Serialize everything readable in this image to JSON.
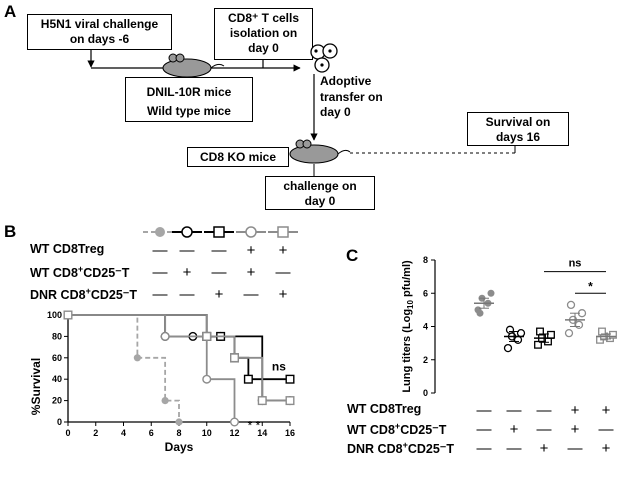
{
  "panel_a": {
    "label": "A",
    "box1": {
      "line1": "H5N1 viral challenge",
      "line2": "on days -6"
    },
    "box2": {
      "line1": "CD8⁺ T cells",
      "line2": "isolation on",
      "line3": "day 0"
    },
    "mice": {
      "line1": "DNIL-10R mice",
      "line2": "Wild type mice"
    },
    "transfer": {
      "line1": "Adoptive",
      "line2": "transfer on",
      "line3": "day 0"
    },
    "ko": "CD8 KO mice",
    "survival_box": {
      "line1": "Survival on",
      "line2": "days 16"
    },
    "challenge_box": {
      "line1": "challenge on",
      "line2": "day 0"
    }
  },
  "panel_b": {
    "label": "B",
    "rows": [
      {
        "prefix": "WT CD8Treg",
        "sup": "",
        "suffix": "",
        "signs": [
          "—",
          "—",
          "—",
          "+",
          "+"
        ]
      },
      {
        "prefix": "WT CD8",
        "sup": "+",
        "suffix": "CD25⁻T",
        "signs": [
          "—",
          "+",
          "—",
          "+",
          "—"
        ]
      },
      {
        "prefix": "DNR CD8",
        "sup": "+",
        "suffix": "CD25⁻T",
        "signs": [
          "—",
          "—",
          "+",
          "—",
          "+"
        ]
      }
    ],
    "significance": {
      "ns": "ns",
      "stars": "* *"
    }
  },
  "panel_c": {
    "label": "C",
    "rows": [
      {
        "prefix": "WT CD8Treg",
        "sup": "",
        "suffix": "",
        "signs": [
          "—",
          "—",
          "—",
          "+",
          "+"
        ]
      },
      {
        "prefix": "WT CD8",
        "sup": "+",
        "suffix": "CD25⁻T",
        "signs": [
          "—",
          "+",
          "—",
          "+",
          "—"
        ]
      },
      {
        "prefix": "DNR CD8",
        "sup": "+",
        "suffix": "CD25⁻T",
        "signs": [
          "—",
          "—",
          "+",
          "—",
          "+"
        ]
      }
    ],
    "significance": {
      "ns": "ns",
      "star": "*"
    }
  },
  "chart_data": [
    {
      "type": "line",
      "subtype": "kaplan-meier",
      "title": "",
      "xlabel": "Days",
      "ylabel": "%Survival",
      "xlim": [
        0,
        16
      ],
      "ylim": [
        0,
        100
      ],
      "xticks": [
        0,
        2,
        4,
        6,
        8,
        10,
        12,
        14,
        16
      ],
      "yticks": [
        0,
        20,
        40,
        60,
        80,
        100
      ],
      "series": [
        {
          "group": 1,
          "marker": "filled-circle",
          "color": "#a6a6a6",
          "dash": true,
          "steps": [
            [
              0,
              100
            ],
            [
              5,
              60
            ],
            [
              7,
              20
            ],
            [
              8,
              0
            ]
          ]
        },
        {
          "group": 2,
          "marker": "circle-bar",
          "color": "#000000",
          "dash": false,
          "steps": [
            [
              0,
              100
            ],
            [
              7,
              80
            ],
            [
              9,
              80
            ],
            [
              11,
              80
            ],
            [
              14,
              20
            ],
            [
              16,
              20
            ]
          ]
        },
        {
          "group": 3,
          "marker": "square-bar",
          "color": "#000000",
          "dash": false,
          "steps": [
            [
              0,
              100
            ],
            [
              10,
              80
            ],
            [
              11,
              80
            ],
            [
              12,
              60
            ],
            [
              13,
              40
            ],
            [
              16,
              40
            ]
          ]
        },
        {
          "group": 4,
          "marker": "open-circle",
          "color": "#8c8c8c",
          "dash": false,
          "steps": [
            [
              0,
              100
            ],
            [
              7,
              80
            ],
            [
              10,
              40
            ],
            [
              12,
              0
            ]
          ]
        },
        {
          "group": 5,
          "marker": "square-bar",
          "color": "#8c8c8c",
          "dash": false,
          "steps": [
            [
              0,
              100
            ],
            [
              10,
              80
            ],
            [
              12,
              60
            ],
            [
              14,
              20
            ],
            [
              16,
              20
            ]
          ]
        }
      ]
    },
    {
      "type": "scatter",
      "title": "",
      "xlabel": "",
      "ylabel": "Lung titers (Log10 pfu/ml)",
      "ylim": [
        0,
        8
      ],
      "yticks": [
        0,
        2,
        4,
        6,
        8
      ],
      "groups": [
        {
          "group": 1,
          "marker": "filled-circle",
          "color": "#8c8c8c",
          "mean": 5.4,
          "sem": 0.3,
          "values": [
            5.0,
            5.4,
            5.7,
            6.0,
            4.8
          ]
        },
        {
          "group": 2,
          "marker": "open-circle",
          "color": "#000000",
          "mean": 3.4,
          "sem": 0.3,
          "values": [
            2.7,
            3.2,
            3.4,
            3.6,
            3.8
          ]
        },
        {
          "group": 3,
          "marker": "open-square",
          "color": "#000000",
          "mean": 3.3,
          "sem": 0.25,
          "values": [
            2.9,
            3.1,
            3.3,
            3.5,
            3.7
          ]
        },
        {
          "group": 4,
          "marker": "open-circle",
          "color": "#8c8c8c",
          "mean": 4.4,
          "sem": 0.4,
          "values": [
            3.6,
            4.1,
            4.4,
            4.8,
            5.3
          ]
        },
        {
          "group": 5,
          "marker": "open-square",
          "color": "#8c8c8c",
          "mean": 3.4,
          "sem": 0.15,
          "values": [
            3.2,
            3.3,
            3.4,
            3.5,
            3.7
          ]
        }
      ]
    }
  ]
}
